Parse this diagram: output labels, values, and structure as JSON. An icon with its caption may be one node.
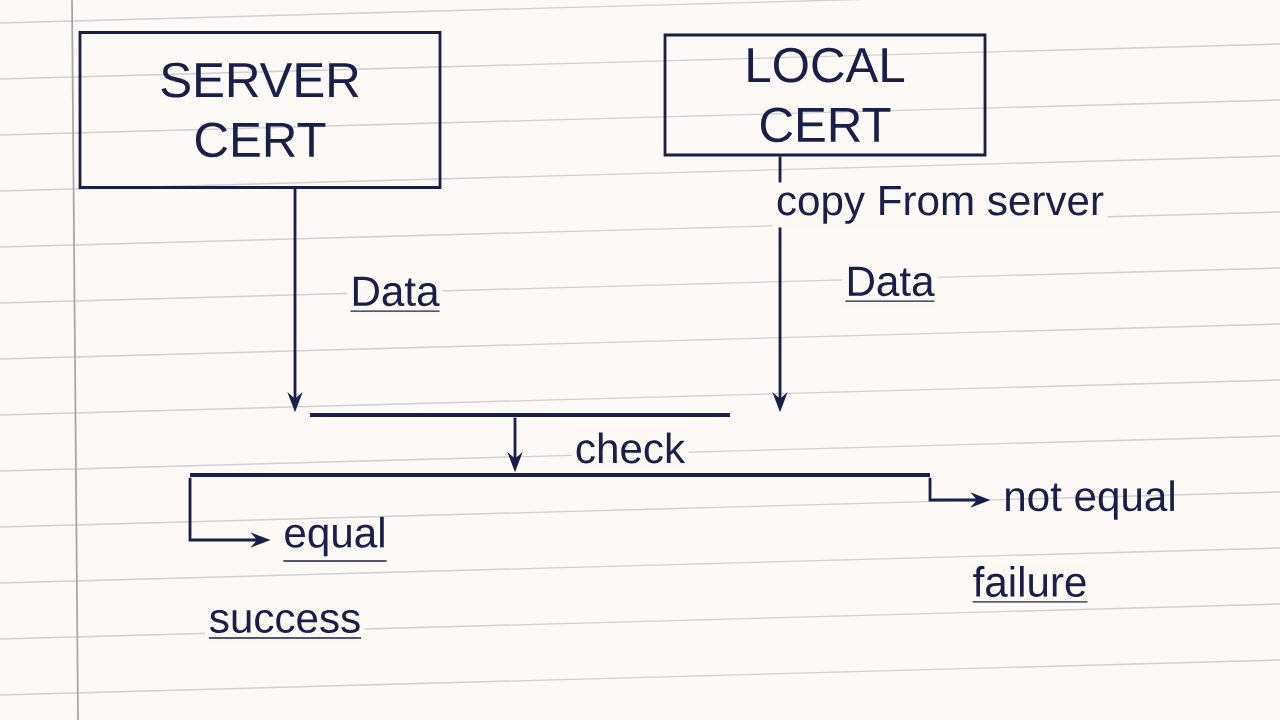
{
  "diagram": {
    "nodes": [
      {
        "text": [
          "SERVER CERT"
        ]
      },
      {
        "text": [
          "LOCAL CERT"
        ],
        "beside": [
          "copy From server"
        ]
      },
      {
        "text": [],
        "shape": "bar"
      },
      {
        "text": [],
        "shape": "bar"
      },
      {
        "text": [
          "equal"
        ],
        "beside": [
          "success"
        ]
      },
      {
        "text": [
          "not equal"
        ],
        "beside": [
          "failure"
        ]
      }
    ],
    "edges": [
      {
        "from": 0,
        "to": 2,
        "arrow": "to",
        "label": "Data"
      },
      {
        "from": 1,
        "to": 2,
        "arrow": "to",
        "label": "Data"
      },
      {
        "from": 2,
        "to": 3,
        "arrow": "to",
        "label": "check"
      },
      {
        "from": 3,
        "to": 4,
        "arrow": "to"
      },
      {
        "from": 3,
        "to": 5,
        "arrow": "to"
      }
    ]
  }
}
